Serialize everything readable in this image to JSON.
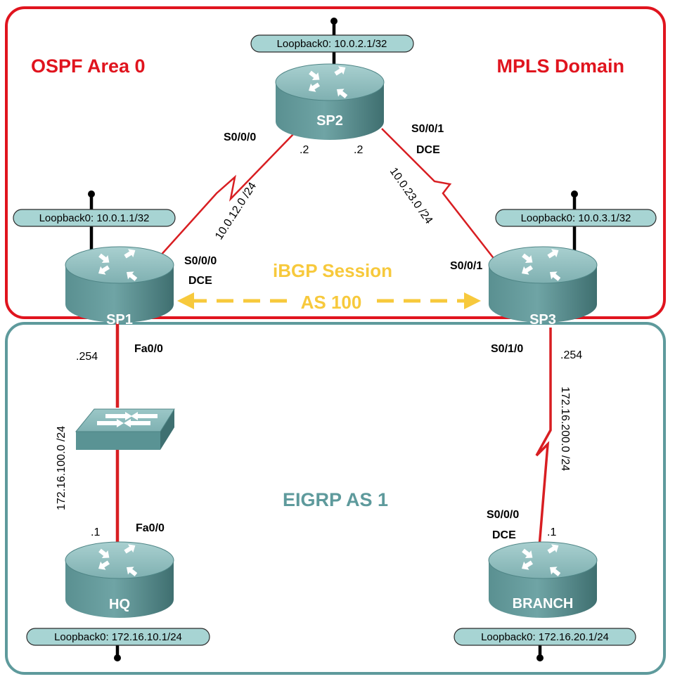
{
  "regions": {
    "ospf_title": "OSPF Area 0",
    "mpls_title": "MPLS Domain",
    "eigrp_title": "EIGRP AS 1"
  },
  "ibgp": {
    "session": "iBGP Session",
    "as": "AS 100"
  },
  "routers": {
    "sp1": {
      "name": "SP1",
      "loopback": "Loopback0: 10.0.1.1/32"
    },
    "sp2": {
      "name": "SP2",
      "loopback": "Loopback0: 10.0.2.1/32"
    },
    "sp3": {
      "name": "SP3",
      "loopback": "Loopback0: 10.0.3.1/32"
    },
    "hq": {
      "name": "HQ",
      "loopback": "Loopback0: 172.16.10.1/24"
    },
    "branch": {
      "name": "BRANCH",
      "loopback": "Loopback0: 172.16.20.1/24"
    }
  },
  "links": {
    "sp1_sp2": {
      "network": "10.0.12.0 /24",
      "sp1_if": "S0/0/0",
      "sp1_dce": "DCE",
      "sp2_if": "S0/0/0",
      "sp2_host": ".2"
    },
    "sp2_sp3": {
      "network": "10.0.23.0 /24",
      "sp2_if": "S0/0/1",
      "sp2_dce": "DCE",
      "sp2_host": ".2",
      "sp3_if": "S0/0/1"
    },
    "sp1_hq": {
      "network": "172.16.100.0 /24",
      "sp1_if": "Fa0/0",
      "sp1_host": ".254",
      "hq_if": "Fa0/0",
      "hq_host": ".1"
    },
    "sp3_branch": {
      "network": "172.16.200.0 /24",
      "sp3_if": "S0/1/0",
      "sp3_host": ".254",
      "branch_if": "S0/0/0",
      "branch_dce": "DCE",
      "branch_host": ".1"
    }
  },
  "colors": {
    "ospf_border": "#e0141e",
    "eigrp_border": "#5e9a9c",
    "eigrp_text": "#5e9a9c",
    "region_title": "#e0141e",
    "ibgp": "#f7c93c",
    "link": "#d81e22",
    "router_body": "#5d9596",
    "loopback_fill": "#a7d4d3"
  },
  "icons": {
    "router": "router-icon",
    "switch": "switch-icon",
    "serial": "serial-link-zigzag"
  }
}
